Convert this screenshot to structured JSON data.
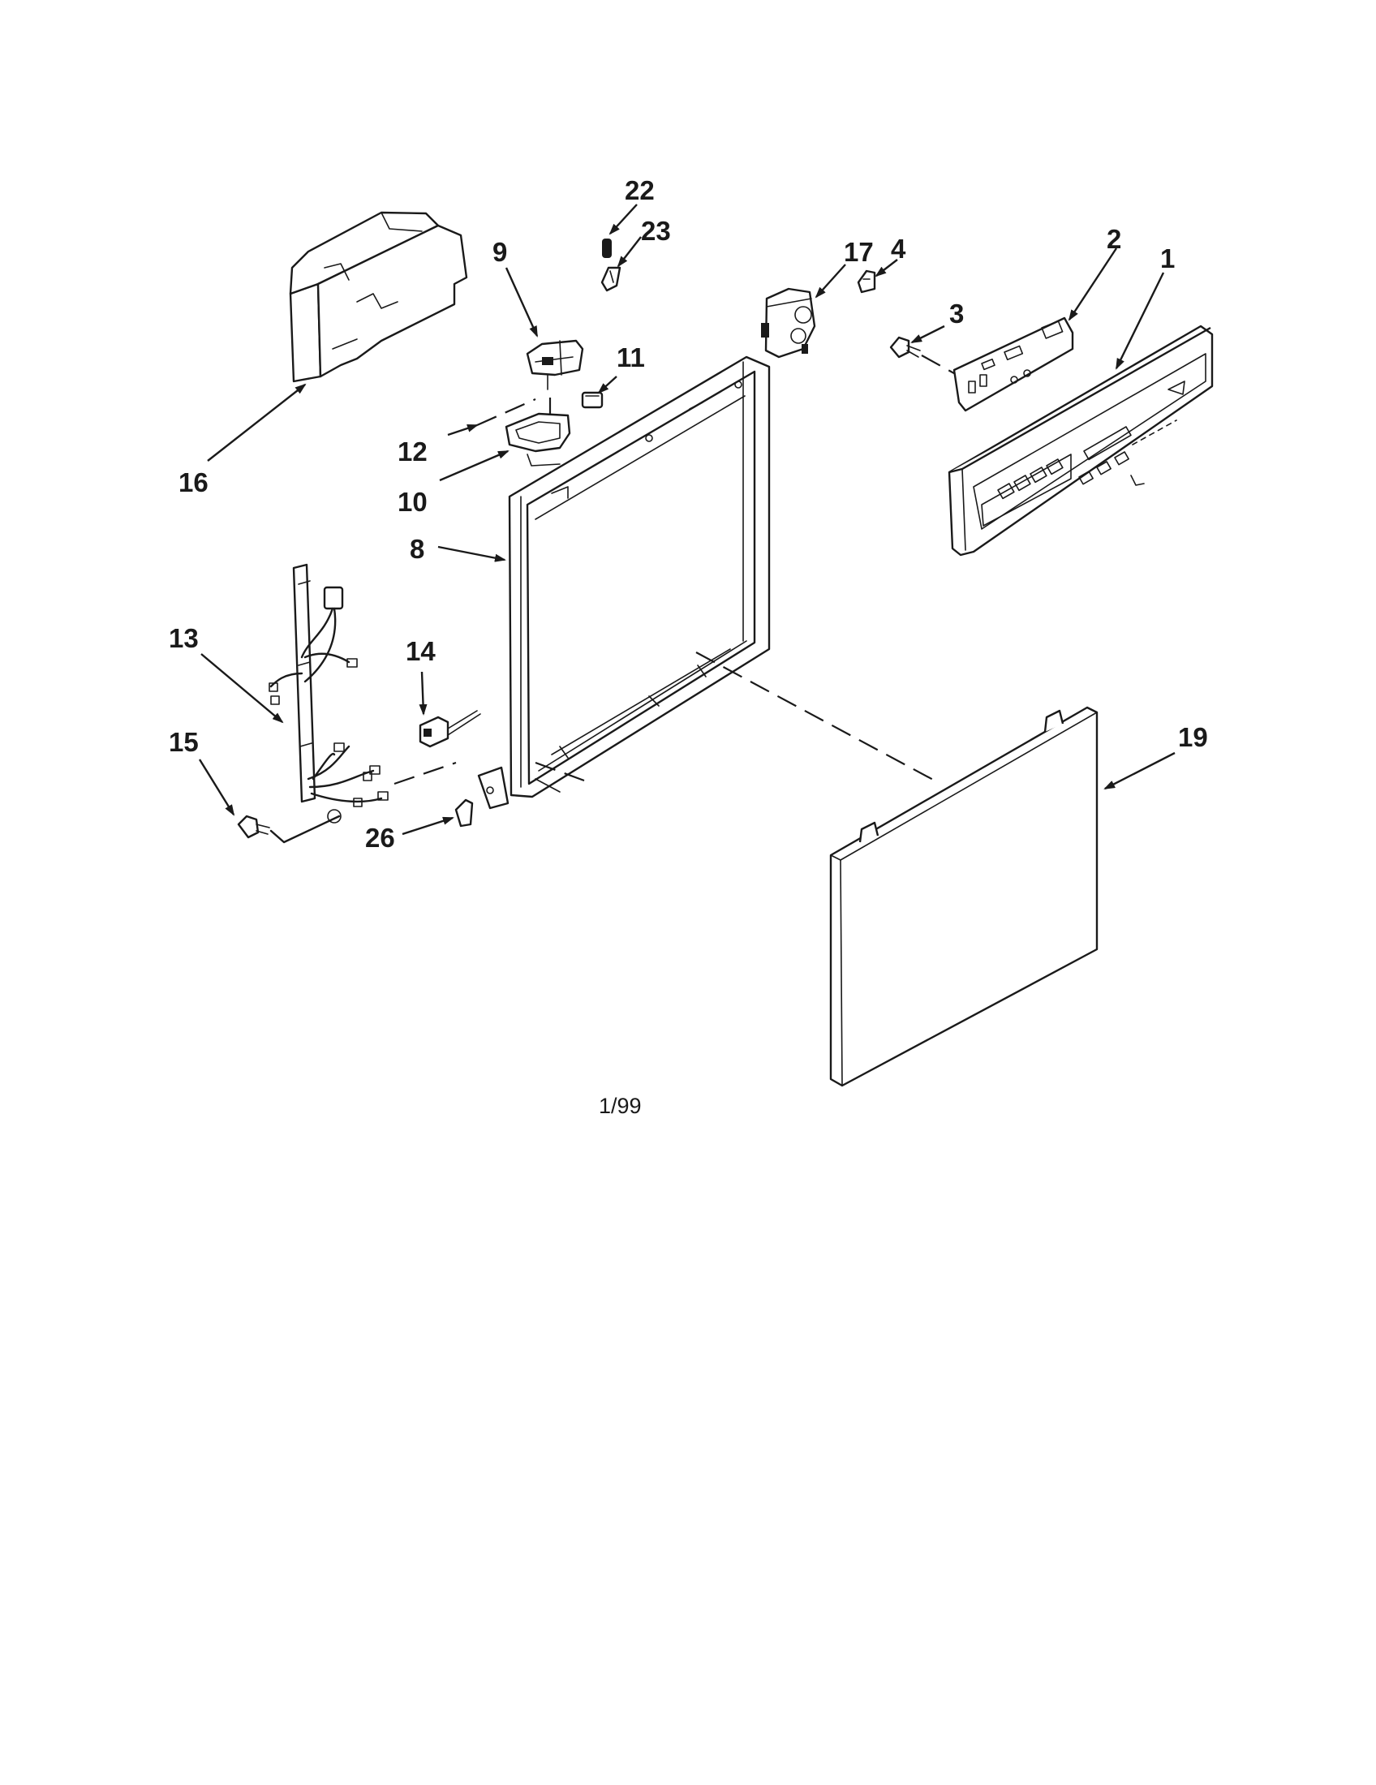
{
  "diagram": {
    "part_labels": [
      "22",
      "23",
      "9",
      "17",
      "4",
      "2",
      "1",
      "3",
      "11",
      "12",
      "16",
      "10",
      "8",
      "13",
      "14",
      "15",
      "19",
      "26"
    ],
    "footer": "1/99"
  }
}
